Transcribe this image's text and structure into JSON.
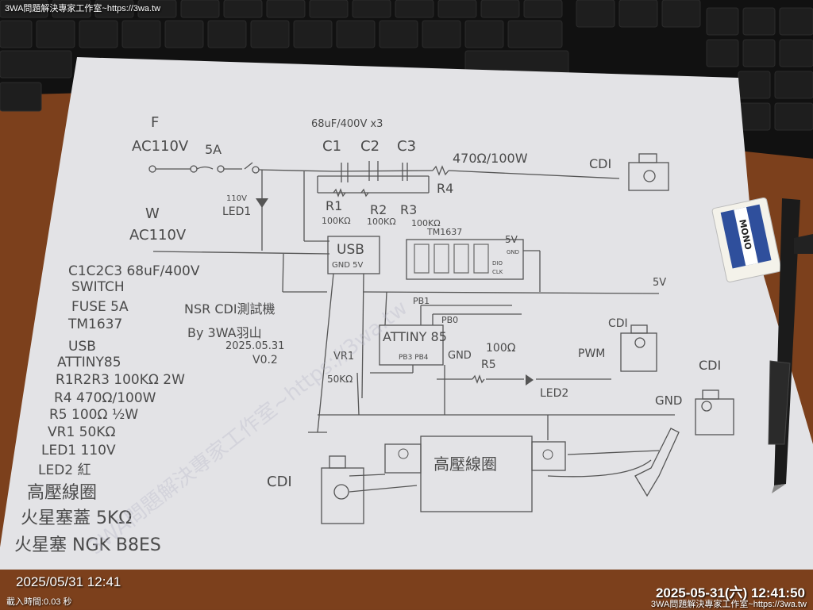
{
  "overlay": {
    "top_left_brand": "3WA問題解決專家工作室~https://3wa.tw",
    "photo_date": "2025/05/31 12:41",
    "load_time": "載入時間:0.03 秒",
    "timestamp": "2025-05-31(六) 12:41:50",
    "footer_brand": "3WA問題解決專家工作室~https://3wa.tw",
    "watermark": "3WA問題解決專家工作室~https://3wa.tw"
  },
  "schematic": {
    "input_f_label": "F",
    "input_f_voltage": "AC110V",
    "input_w_label": "W",
    "input_w_voltage": "AC110V",
    "fuse_label": "5A",
    "cap_spec": "68uF/400V x3",
    "caps": [
      "C1",
      "C2",
      "C3"
    ],
    "resistors": [
      {
        "name": "R1",
        "value": "100KΩ"
      },
      {
        "name": "R2",
        "value": "100KΩ"
      },
      {
        "name": "R3",
        "value": "100KΩ"
      }
    ],
    "r4_name": "R4",
    "r4_value": "470Ω/100W",
    "led1_voltage": "110V",
    "led1_name": "LED1",
    "usb_label": "USB",
    "usb_pins": "GND 5V",
    "display_label": "TM1637",
    "display_5v": "5V",
    "display_gnd": "GND",
    "display_dio": "DIO",
    "display_clk": "CLK",
    "mcu_label": "ATTINY 85",
    "mcu_pins": "PB3 PB4",
    "pb1": "PB1",
    "pb0": "PB0",
    "mcu_gnd": "GND",
    "vr1_name": "VR1",
    "vr1_value": "50KΩ",
    "r5_value": "100Ω",
    "r5_name": "R5",
    "led2_name": "LED2",
    "pwm_label": "PWM",
    "out_5v": "5V",
    "out_gnd": "GND",
    "cdi_labels": [
      "CDI",
      "CDI",
      "CDI",
      "CDI"
    ],
    "coil_label": "高壓線圈",
    "title": "NSR CDI測試機",
    "author": "By 3WA羽山",
    "date": "2025.05.31",
    "version": "V0.2"
  },
  "bom": [
    "C1C2C3 68uF/400V",
    "SWITCH",
    "FUSE 5A",
    "TM1637",
    "USB",
    "ATTINY85",
    "R1R2R3 100KΩ 2W",
    "R4 470Ω/100W",
    "R5 100Ω ½W",
    "VR1 50KΩ",
    "LED1 110V",
    "LED2 紅",
    "高壓線圈",
    "火星塞蓋 5KΩ",
    "火星塞 NGK B8ES"
  ],
  "eraser_brand": "MONO"
}
